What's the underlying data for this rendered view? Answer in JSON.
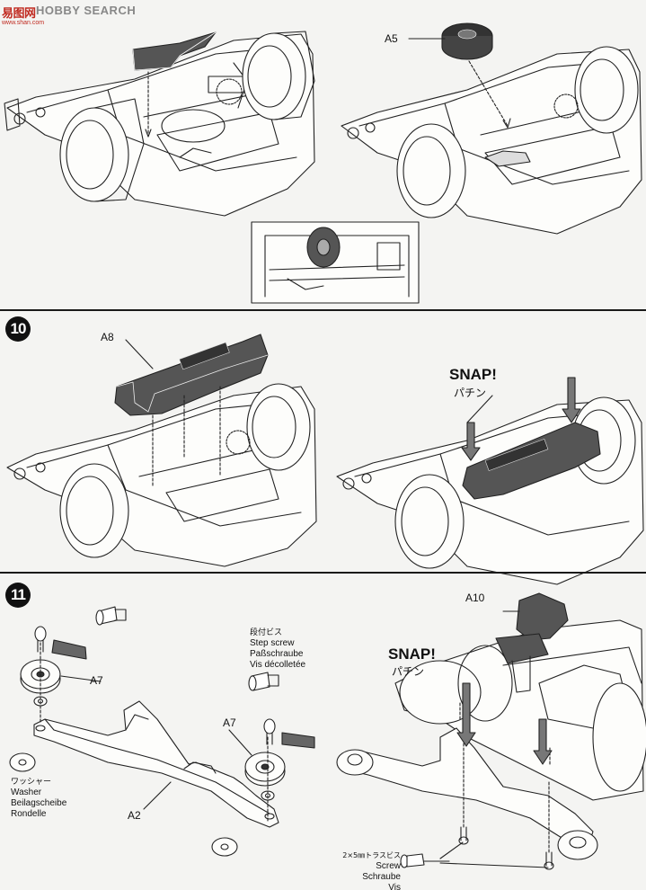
{
  "watermark": {
    "logo": "易图网",
    "text": "HOBBY SEARCH",
    "url": "www.shan.com"
  },
  "steps": [
    {
      "number": "10",
      "part_label": "A8",
      "snap": "SNAP!",
      "snap_jp": "パチン"
    },
    {
      "number": "11",
      "part_label_top": "A10",
      "snap": "SNAP!",
      "snap_jp": "パチン",
      "part_a7_1": "A7",
      "part_a7_2": "A7",
      "part_a2": "A2"
    }
  ],
  "top_section": {
    "part_label": "A5"
  },
  "step_screw": {
    "jp": "段付ビス",
    "en": "Step screw",
    "de": "Paßschraube",
    "fr": "Vis décolletée"
  },
  "washer": {
    "jp": "ワッシャー",
    "en": "Washer",
    "de": "Beilagscheibe",
    "fr": "Rondelle"
  },
  "screw": {
    "jp": "2×5㎜トラスビス",
    "en": "Screw",
    "de": "Schraube",
    "fr": "Vis"
  }
}
